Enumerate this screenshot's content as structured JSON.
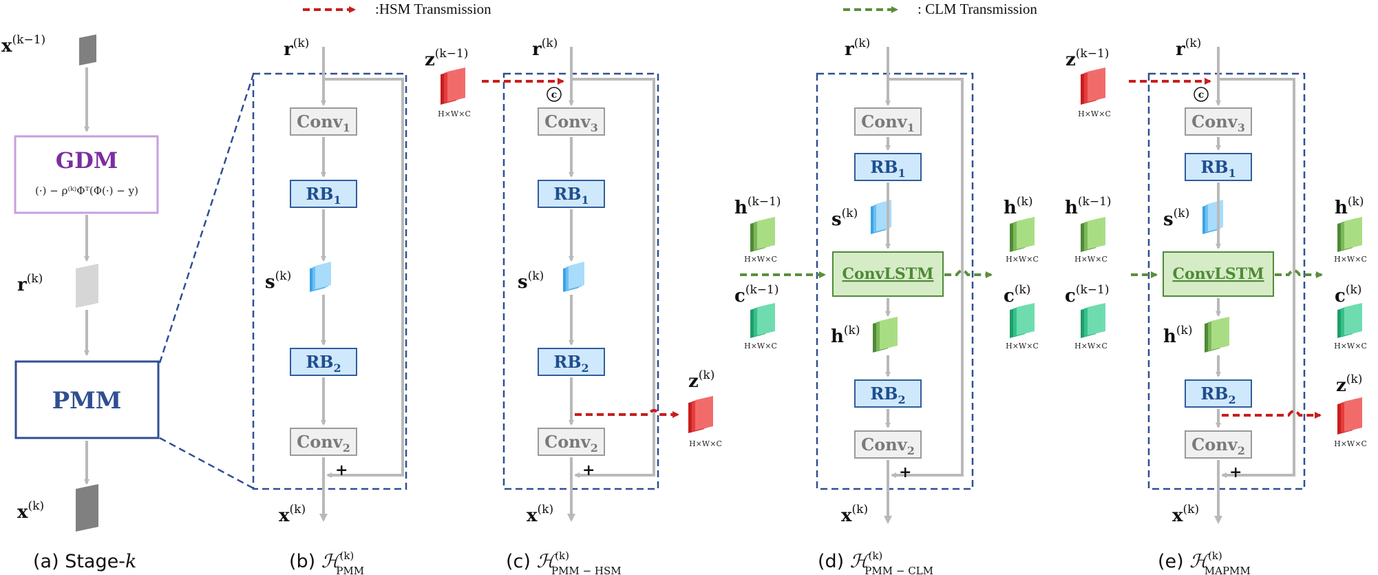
{
  "legend": {
    "hsm": ":HSM Transmission",
    "clm": ": CLM Transmission"
  },
  "stage_a": {
    "x_prev": "x",
    "x_prev_sup": "(k−1)",
    "gdm_title": "GDM",
    "gdm_formula": "(·) − ρ⁽ᵏ⁾Φᵀ(Φ(·) − y)",
    "r": "r",
    "r_sup": "(k)",
    "pmm": "PMM",
    "x_out": "x",
    "x_out_sup": "(k)"
  },
  "modules": {
    "conv1_base": "Conv",
    "conv1_sub": "1",
    "conv2_base": "Conv",
    "conv2_sub": "2",
    "conv3_base": "Conv",
    "conv3_sub": "3",
    "rb1_base": "RB",
    "rb1_sub": "1",
    "rb2_base": "RB",
    "rb2_sub": "2",
    "convlstm": "ConvLSTM"
  },
  "symbols": {
    "r": "r",
    "x": "x",
    "s": "s",
    "z": "z",
    "h": "h",
    "c": "c",
    "sup_k": "(k)",
    "sup_km1": "(k−1)",
    "dims": "H×W×C",
    "plus": "+",
    "concat": "c"
  },
  "captions": {
    "a_prefix": "(a) Stage-",
    "a_var": "k",
    "b_prefix": "(b) ",
    "c_prefix": "(c) ",
    "d_prefix": "(d) ",
    "e_prefix": "(e) ",
    "H": "ℋ",
    "sup": "(k)",
    "b_sub": "PMM",
    "c_sub": "PMM − HSM",
    "d_sub": "PMM − CLM",
    "e_sub": "MAPMM"
  },
  "colors": {
    "arrow": "#b9b9b9",
    "dash_box": "#2f4f92",
    "hsm": "#c81e1e",
    "clm": "#5a8f3c",
    "gdm_border": "#c79ee0",
    "gdm_text": "#7a2ea0",
    "pmm": "#2f4f92",
    "rb_fill": "#cfe8fb",
    "rb_border": "#2f5c9e",
    "rb_text": "#1f4e8f",
    "conv_fill": "#f0f0f0",
    "conv_border": "#9a9a9a",
    "conv_text": "#7a7a7a",
    "convlstm_fill": "#d6ecc7",
    "convlstm_border": "#4f8a36",
    "convlstm_text": "#4f8a36"
  }
}
